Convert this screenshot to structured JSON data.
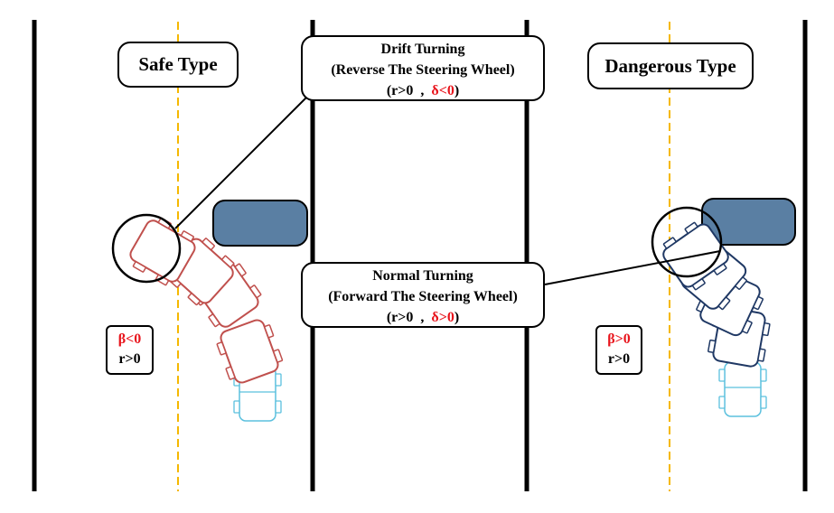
{
  "safe_type": "Safe Type",
  "dangerous_type": "Dangerous Type",
  "drift": {
    "title": "Drift Turning",
    "subtitle": "(Reverse The Steering Wheel)",
    "cond_open": "(r>0  ,  ",
    "cond_red": "δ<0",
    "cond_close": ")"
  },
  "normal": {
    "title": "Normal Turning",
    "subtitle": "(Forward The Steering Wheel)",
    "cond_open": "(r>0  ,  ",
    "cond_red": "δ>0",
    "cond_close": ")"
  },
  "left_box": {
    "beta": "β<0",
    "r": "r>0"
  },
  "right_box": {
    "beta": "β>0",
    "r": "r>0"
  },
  "colors": {
    "safe_car": "#c0504d",
    "dangerous_car": "#1f3864",
    "original_car": "#5bc0de",
    "obstacle": "#5a7fa3",
    "lane_line": "#f5b800",
    "highlight_text": "#e8141c"
  }
}
